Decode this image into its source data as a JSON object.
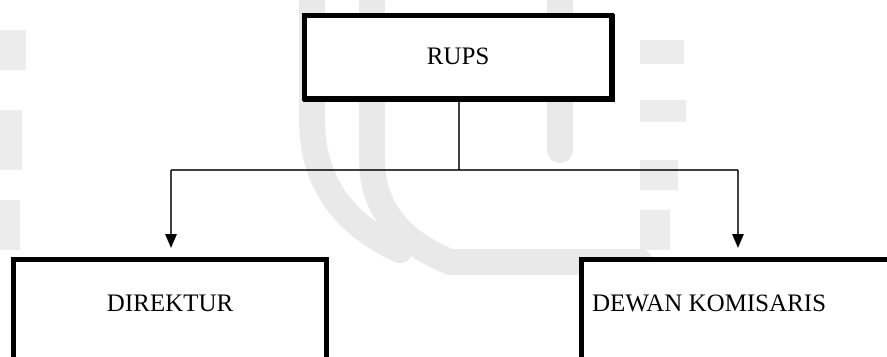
{
  "diagram": {
    "nodes": {
      "top": {
        "label": "RUPS"
      },
      "left": {
        "label": "DIREKTUR"
      },
      "right": {
        "label": "DEWAN KOMISARIS"
      }
    },
    "edges": [
      {
        "from": "RUPS",
        "to": "DIREKTUR"
      },
      {
        "from": "RUPS",
        "to": "DEWAN KOMISARIS"
      }
    ]
  },
  "colors": {
    "line": "#000000",
    "watermark": "#e6e6e6"
  }
}
